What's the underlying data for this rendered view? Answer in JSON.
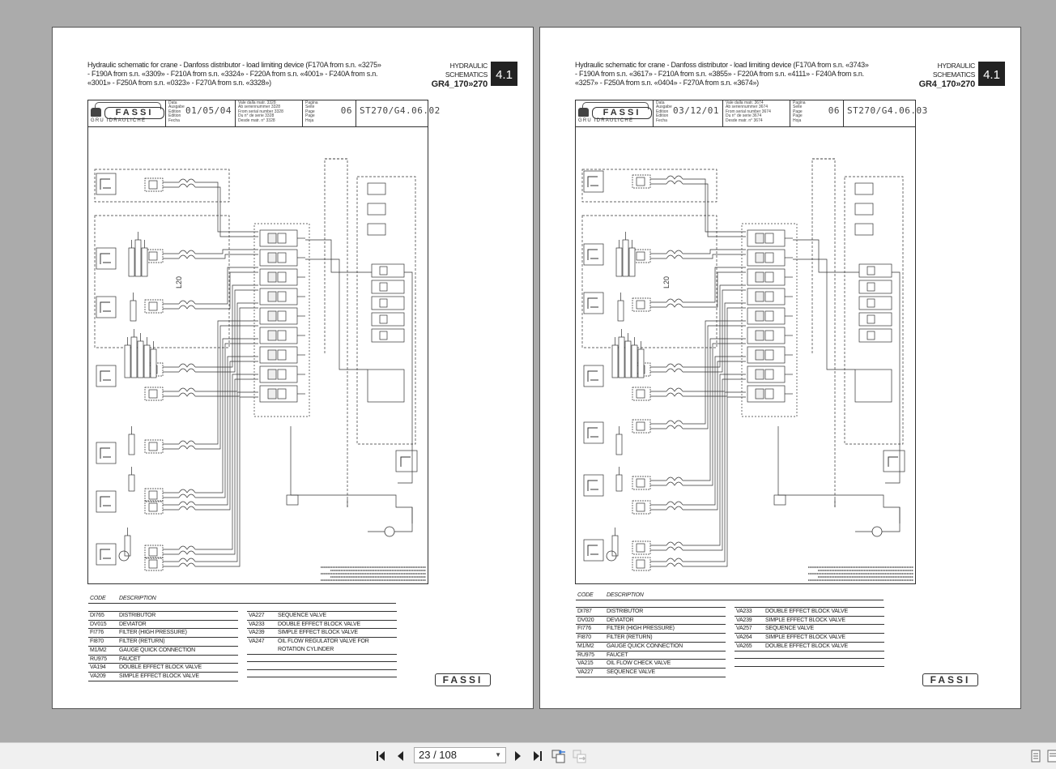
{
  "viewer": {
    "page_indicator": "23 / 108",
    "buttons": [
      "first-page",
      "previous-page",
      "next-page",
      "last-page",
      "previous-view",
      "next-view"
    ]
  },
  "pages": [
    {
      "title_lines": [
        "Hydraulic schematic for crane - Danfoss distributor - load limiting device (F170A from s.n. «3275»",
        "- F190A from s.n. «3309» - F210A from s.n. «3324» - F220A from s.n. «4001» - F240A from s.n.",
        "«3001» - F250A from s.n. «0323» - F270A from s.n. «3328»)"
      ],
      "section_label": [
        "HYDRAULIC",
        "SCHEMATICS"
      ],
      "section_number": "4.1",
      "model": "GR4_170»270",
      "title_block": {
        "logo": "FASSI",
        "logo_sub": "GRU IDRAULICHE",
        "date_labels": [
          "Data",
          "Ausgabe",
          "Edition",
          "Edition",
          "Fecha"
        ],
        "date": "01/05/04",
        "serial_lines": [
          "Vale dalla matr. 3328",
          "Ab seriennummer 3328",
          "From serial number 3328",
          "Du n° de serie 3328",
          "Desde matr. n° 3328"
        ],
        "page_labels": [
          "Pagina",
          "Seite",
          "Page",
          "Page",
          "Hoja"
        ],
        "page": "06",
        "doc_code": "ST270/G4.06.02"
      },
      "schematic_label": "L20",
      "legend": {
        "code_header": "CODE",
        "desc_header": "DESCRIPTION",
        "left": [
          {
            "code": "DI765",
            "desc": "DISTRIBUTOR"
          },
          {
            "code": "DV015",
            "desc": "DEVIATOR"
          },
          {
            "code": "FI776",
            "desc": "FILTER (HIGH PRESSURE)"
          },
          {
            "code": "FI870",
            "desc": "FILTER (RETURN)"
          },
          {
            "code": "M1/M2",
            "desc": "GAUGE QUICK CONNECTION"
          },
          {
            "code": "RU975",
            "desc": "FAUCET"
          },
          {
            "code": "VA194",
            "desc": "DOUBLE EFFECT BLOCK VALVE"
          },
          {
            "code": "VA209",
            "desc": "SIMPLE EFFECT BLOCK VALVE"
          }
        ],
        "right": [
          {
            "code": "VA227",
            "desc": "SEQUENCE VALVE"
          },
          {
            "code": "VA233",
            "desc": "DOUBLE EFFECT BLOCK VALVE"
          },
          {
            "code": "VA239",
            "desc": "SIMPLE EFFECT BLOCK VALVE"
          },
          {
            "code": "VA247",
            "desc": "OIL FLOW REGULATOR VALVE FOR ROTATION CYLINDER"
          }
        ]
      },
      "footer_logo": "FASSI"
    },
    {
      "title_lines": [
        "Hydraulic schematic for crane - Danfoss distributor - load limiting device (F170A from s.n. «3743»",
        "- F190A from s.n. «3617» - F210A from s.n. «3855» - F220A from s.n. «4111» - F240A from s.n.",
        "«3257» - F250A from s.n. «0404» - F270A from s.n. «3674»)"
      ],
      "section_label": [
        "HYDRAULIC",
        "SCHEMATICS"
      ],
      "section_number": "4.1",
      "model": "GR4_170»270",
      "title_block": {
        "logo": "FASSI",
        "logo_sub": "GRU IDRAULICHE",
        "date_labels": [
          "Data",
          "Ausgabe",
          "Edition",
          "Edition",
          "Fecha"
        ],
        "date": "03/12/01",
        "serial_lines": [
          "Vale dalla matr. 3674",
          "Ab seriennummer 3674",
          "From serial number 3674",
          "Du n° de serie 3674",
          "Desde matr. n° 3674"
        ],
        "page_labels": [
          "Pagina",
          "Seite",
          "Page",
          "Page",
          "Hoja"
        ],
        "page": "06",
        "doc_code": "ST270/G4.06.03"
      },
      "schematic_label": "L20",
      "legend": {
        "code_header": "CODE",
        "desc_header": "DESCRIPTION",
        "left": [
          {
            "code": "DI787",
            "desc": "DISTRIBUTOR"
          },
          {
            "code": "DV020",
            "desc": "DEVIATOR"
          },
          {
            "code": "FI776",
            "desc": "FILTER (HIGH PRESSURE)"
          },
          {
            "code": "FI870",
            "desc": "FILTER (RETURN)"
          },
          {
            "code": "M1/M2",
            "desc": "GAUGE QUICK CONNECTION"
          },
          {
            "code": "RU975",
            "desc": "FAUCET"
          },
          {
            "code": "VA215",
            "desc": "OIL FLOW CHECK VALVE"
          },
          {
            "code": "VA227",
            "desc": "SEQUENCE VALVE"
          }
        ],
        "right": [
          {
            "code": "VA233",
            "desc": "DOUBLE EFFECT BLOCK VALVE"
          },
          {
            "code": "VA239",
            "desc": "SIMPLE EFFECT BLOCK VALVE"
          },
          {
            "code": "VA257",
            "desc": "SEQUENCE VALVE"
          },
          {
            "code": "VA264",
            "desc": "SIMPLE EFFECT BLOCK VALVE"
          },
          {
            "code": "VA265",
            "desc": "DOUBLE EFFECT BLOCK VALVE"
          }
        ]
      },
      "footer_logo": "FASSI"
    }
  ]
}
